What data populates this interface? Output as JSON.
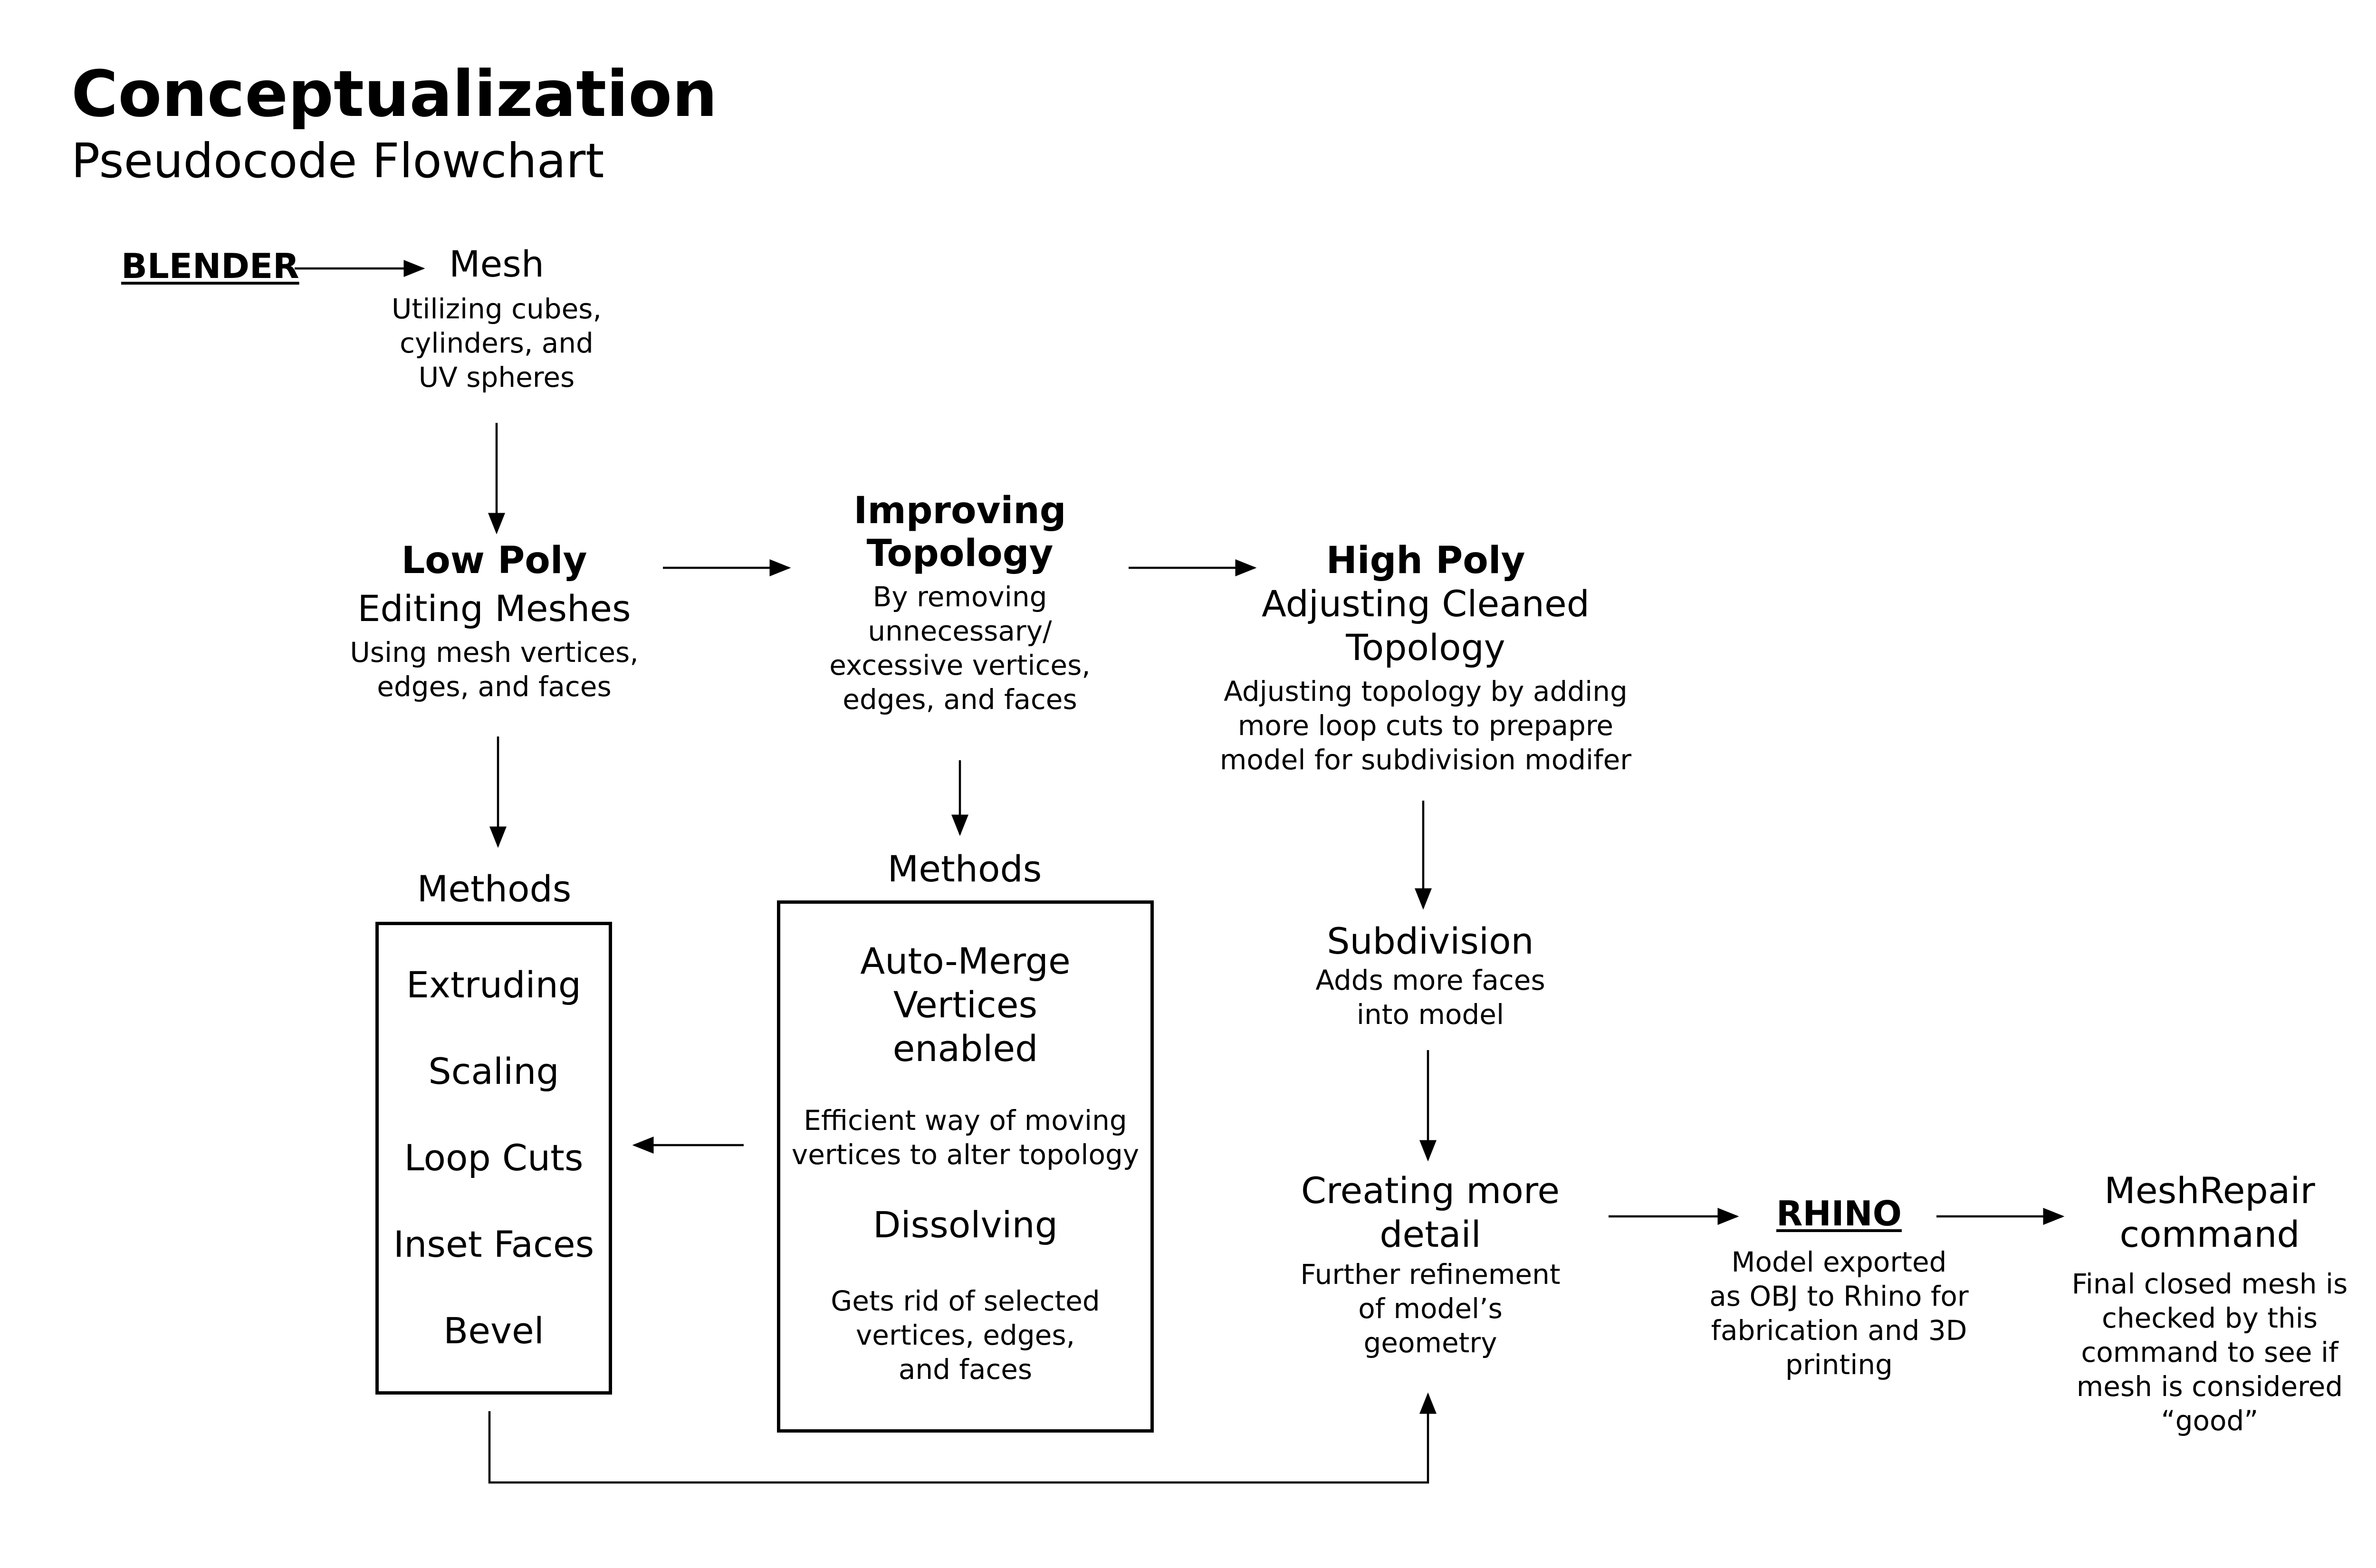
{
  "header": {
    "title": "Conceptualization",
    "subtitle": "Pseudocode Flowchart"
  },
  "blender": {
    "label": "BLENDER"
  },
  "mesh": {
    "title": "Mesh",
    "desc_lines": [
      "Utilizing cubes,",
      "cylinders, and",
      "UV spheres"
    ]
  },
  "low_poly": {
    "title": "Low Poly",
    "subtitle": "Editing Meshes",
    "desc_lines": [
      "Using mesh vertices,",
      "edges, and faces"
    ]
  },
  "improving_topology": {
    "title_lines": [
      "Improving",
      "Topology"
    ],
    "desc_lines": [
      "By removing",
      "unnecessary/",
      "excessive vertices,",
      "edges, and faces"
    ]
  },
  "high_poly": {
    "title": "High Poly",
    "subtitle_lines": [
      "Adjusting Cleaned",
      "Topology"
    ],
    "desc_lines": [
      "Adjusting topology by adding",
      "more loop cuts to prepapre",
      "model for subdivision modifer"
    ]
  },
  "methods_left": {
    "heading": "Methods",
    "items": [
      "Extruding",
      "Scaling",
      "Loop Cuts",
      "Inset Faces",
      "Bevel"
    ]
  },
  "methods_middle": {
    "heading": "Methods",
    "auto_merge_lines": [
      "Auto-Merge",
      "Vertices",
      "enabled"
    ],
    "auto_merge_desc_lines": [
      "Efficient way of moving",
      "vertices to alter topology"
    ],
    "dissolving": "Dissolving",
    "dissolving_desc_lines": [
      "Gets rid of selected",
      "vertices, edges,",
      "and faces"
    ]
  },
  "subdivision": {
    "title": "Subdivision",
    "desc_lines": [
      "Adds more faces",
      "into model"
    ]
  },
  "creating_detail": {
    "title_lines": [
      "Creating more",
      "detail"
    ],
    "desc_lines": [
      "Further refinement",
      "of model’s",
      "geometry"
    ]
  },
  "rhino": {
    "label": "RHINO",
    "desc_lines": [
      "Model exported",
      "as OBJ to Rhino for",
      "fabrication and 3D",
      "printing"
    ]
  },
  "mesh_repair": {
    "title_lines": [
      "MeshRepair",
      "command"
    ],
    "desc_lines": [
      "Final closed mesh is",
      "checked by this",
      "command to see if",
      "mesh is considered",
      "“good”"
    ]
  }
}
